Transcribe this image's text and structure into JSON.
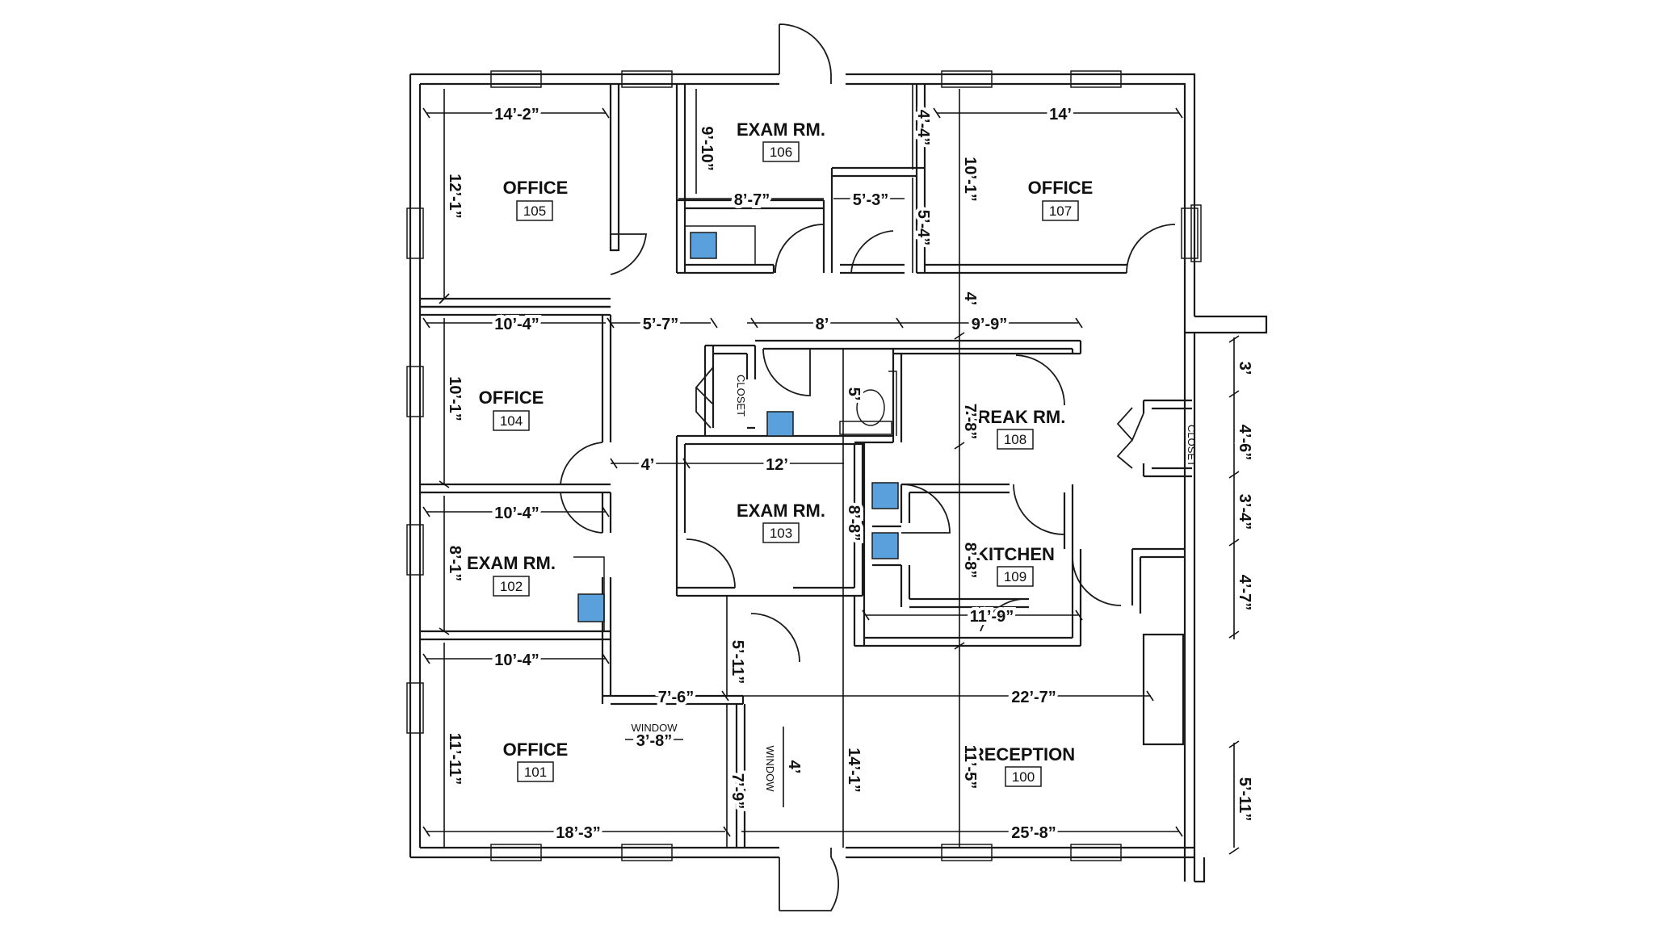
{
  "rooms": {
    "r105": {
      "name": "OFFICE",
      "number": "105"
    },
    "r106": {
      "name": "EXAM RM.",
      "number": "106"
    },
    "r107": {
      "name": "OFFICE",
      "number": "107"
    },
    "r104": {
      "name": "OFFICE",
      "number": "104"
    },
    "r108": {
      "name": "BREAK RM.",
      "number": "108"
    },
    "r103": {
      "name": "EXAM RM.",
      "number": "103"
    },
    "r102": {
      "name": "EXAM RM.",
      "number": "102"
    },
    "r109": {
      "name": "KITCHEN",
      "number": "109"
    },
    "r101": {
      "name": "OFFICE",
      "number": "101"
    },
    "r100": {
      "name": "RECEPTION",
      "number": "100"
    }
  },
  "labels": {
    "closet_left": "CLOSET",
    "closet_right": "CLOSET",
    "window_a": "WINDOW",
    "window_b": "WINDOW"
  },
  "dims": {
    "d_14_2": "14’-2”",
    "d_14": "14’",
    "d_12_1": "12’-1”",
    "d_9_10": "9’-10”",
    "d_4_4": "4’-4”",
    "d_10_1_top": "10’-1”",
    "d_8_7": "8’-7”",
    "d_5_3": "5’-3”",
    "d_5_4": "5’-4”",
    "d_4_vert": "4’",
    "d_10_4_a": "10’-4”",
    "d_5_7": "5’-7”",
    "d_8": "8’",
    "d_9_9": "9’-9”",
    "d_10_1_left": "10’-1”",
    "d_5": "5’",
    "d_7_8": "7’-8”",
    "d_3": "3’",
    "d_4_6": "4’-6”",
    "d_4": "4’",
    "d_12": "12’",
    "d_10_4_b": "10’-4”",
    "d_8_8_a": "8’-8”",
    "d_3_4": "3’-4”",
    "d_8_1": "8’-1”",
    "d_8_8_b": "8’-8”",
    "d_4_7": "4’-7”",
    "d_11_9": "11’-9”",
    "d_10_4_c": "10’-4”",
    "d_5_11_a": "5’-11”",
    "d_7_6": "7’-6”",
    "d_22_7": "22’-7”",
    "d_3_8": "3’-8”",
    "d_4_win": "4’",
    "d_11_11": "11’-11”",
    "d_7_9": "7’-9”",
    "d_14_1": "14’-1”",
    "d_11_5": "11’-5”",
    "d_5_11_b": "5’-11”",
    "d_18_3": "18’-3”",
    "d_25_8": "25’-8”"
  },
  "colors": {
    "sink_fill": "#5aa0dc",
    "wall": "#1a1a1a",
    "background": "#ffffff"
  }
}
